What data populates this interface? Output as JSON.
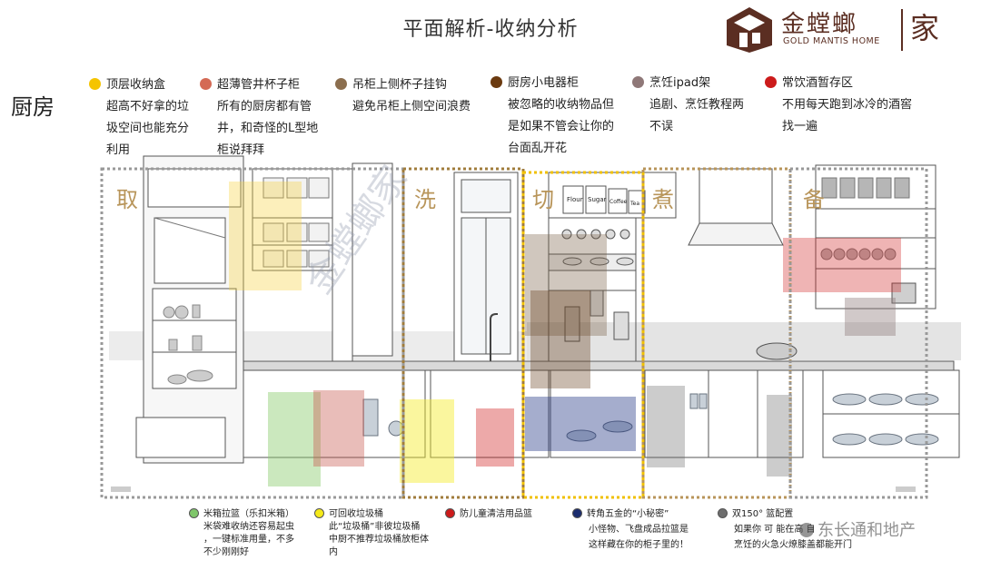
{
  "title": "平面解析-收纳分析",
  "logo": {
    "cn": "金螳螂",
    "en": "GOLD MANTIS HOME",
    "jia": "家"
  },
  "room": "厨房",
  "colors": {
    "yellow": "#f5c400",
    "salmon": "#d46a55",
    "brown": "#8b6e4e",
    "darkbrown": "#6b3a10",
    "mauve": "#8f7878",
    "red": "#cc1b1b",
    "green": "#7fc66a",
    "lightyellow": "#f5ea1a",
    "navy": "#1b2c6e",
    "gray": "#6e6e6e",
    "zoneGold": "#b8955a"
  },
  "top_annotations": [
    {
      "icon": "yellow-dot",
      "heading": "顶层收纳盒",
      "lines": [
        "超高不好拿的垃",
        "圾空间也能充分",
        "利用"
      ]
    },
    {
      "icon": "salmon-dot",
      "heading": "超薄管井杯子柜",
      "lines": [
        "所有的厨房都有管",
        "井，和奇怪的L型地",
        "柜说拜拜"
      ]
    },
    {
      "icon": "brown-dot",
      "heading": "吊柜上侧杯子挂钩",
      "lines": [
        "避免吊柜上侧空间浪费"
      ]
    },
    {
      "icon": "darkbrown-dot",
      "heading": "厨房小电器柜",
      "lines": [
        "被忽略的收纳物品但",
        "是如果不管会让你的",
        "台面乱开花"
      ]
    },
    {
      "icon": "mauve-dot",
      "heading": "烹饪ipad架",
      "lines": [
        "追剧、烹饪教程两",
        "不误"
      ]
    },
    {
      "icon": "red-dot",
      "heading": "常饮酒暂存区",
      "lines": [
        "不用每天跑到冰冷的酒窖",
        "找一遍"
      ]
    }
  ],
  "zones": [
    "取",
    "洗",
    "切",
    "煮",
    "备"
  ],
  "shelf_labels": [
    "Flour",
    "Sugar",
    "Coffee",
    "Tea"
  ],
  "bottom_annotations": [
    {
      "icon": "green-dot",
      "heading": "米箱拉篮（乐扣米箱）",
      "lines": [
        "米袋难收纳还容易起虫",
        "，一键标准用量，不多",
        "不少刚刚好"
      ]
    },
    {
      "icon": "lightyellow-dot",
      "heading": "可回收垃圾桶",
      "lines": [
        "此“垃圾桶”非彼垃圾桶",
        "中厨不推荐垃圾桶放柜体",
        "内"
      ]
    },
    {
      "icon": "red-dot",
      "heading": "防儿童清洁用品篮",
      "lines": []
    },
    {
      "icon": "navy-dot",
      "heading": "转角五金的“小秘密”",
      "lines": [
        "小怪物、飞盘成品拉篮是",
        "这样藏在你的柜子里的！"
      ]
    },
    {
      "icon": "gray-dot",
      "heading": "双150°  篮配置",
      "lines": [
        "如果你       可      能在高         自",
        "烹饪的火急火燎膝盖都能开门"
      ]
    }
  ],
  "watermarks": [
    "金螳螂家",
    "东长通和地产"
  ]
}
